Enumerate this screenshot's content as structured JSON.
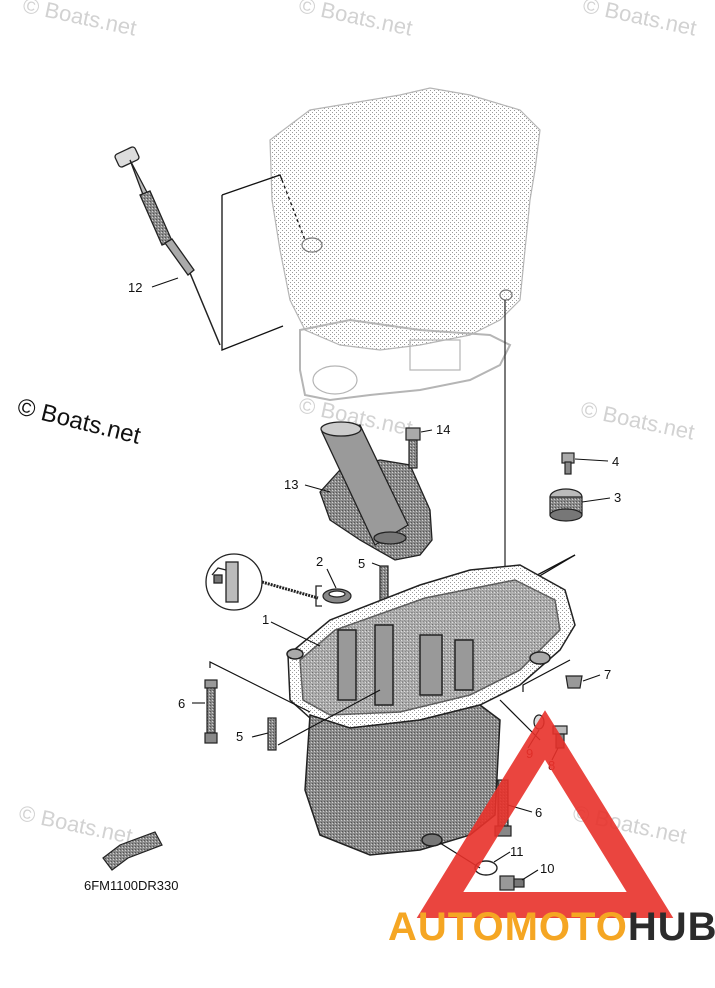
{
  "watermarks": {
    "light": "© Boats.net",
    "dark": "© Boats.net"
  },
  "diagram": {
    "code": "6FM1100DR330",
    "callouts": [
      "1",
      "2",
      "3",
      "4",
      "5",
      "5",
      "6",
      "6",
      "7",
      "8",
      "9",
      "10",
      "11",
      "12",
      "13",
      "14"
    ],
    "colors": {
      "line": "#111111",
      "part_gray": "#7a7a7a",
      "ghost": "#b5b5b5",
      "red": "#8a1010"
    }
  },
  "brand": {
    "part1": "AUTOMOTO",
    "part2": "HUB",
    "colors": {
      "triangle_red": "#e8312a",
      "orange": "#f5a623",
      "dark": "#2b2b2b"
    }
  }
}
